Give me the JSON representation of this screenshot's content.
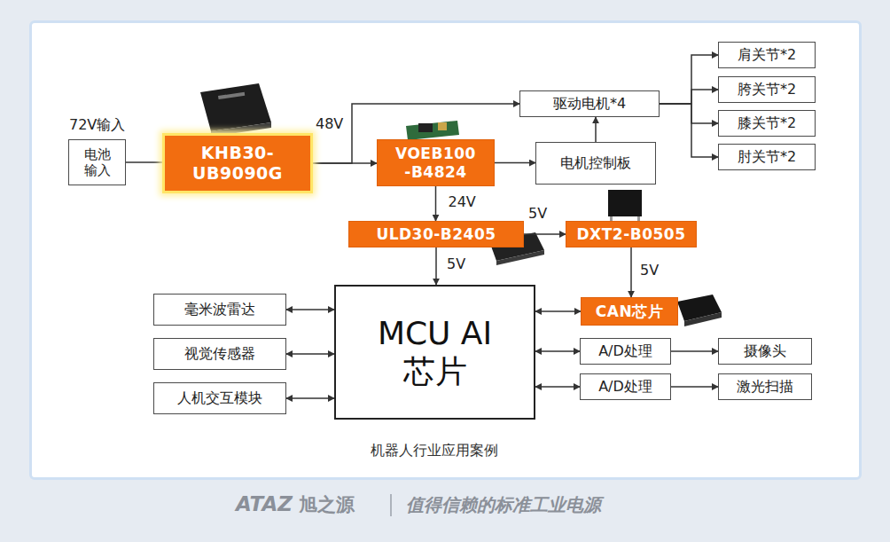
{
  "diagram": {
    "caption": "机器人行业应用案例",
    "nodes": [
      {
        "text": [
          "电池 输入"
        ]
      },
      {
        "text": [
          "KHB30- UB9090G"
        ]
      },
      {
        "text": [
          "VOEB100 -B4824"
        ]
      },
      {
        "text": [
          "驱动电机*4"
        ]
      },
      {
        "text": [
          "电机控制板"
        ]
      },
      {
        "text": [
          "肩关节*2"
        ]
      },
      {
        "text": [
          "胯关节*2"
        ]
      },
      {
        "text": [
          "膝关节*2"
        ]
      },
      {
        "text": [
          "肘关节*2"
        ]
      },
      {
        "text": [
          "ULD30-B2405"
        ]
      },
      {
        "text": [
          "DXT2-B0505"
        ]
      },
      {
        "text": [
          "MCU AI芯片"
        ]
      },
      {
        "text": [
          "毫米波雷达"
        ]
      },
      {
        "text": [
          "视觉传感器"
        ]
      },
      {
        "text": [
          "人机交互模块"
        ]
      },
      {
        "text": [
          "CAN芯片"
        ]
      },
      {
        "text": [
          "A/D处理"
        ]
      },
      {
        "text": [
          "A/D处理"
        ]
      },
      {
        "text": [
          "摄像头"
        ]
      },
      {
        "text": [
          "激光扫描"
        ]
      }
    ],
    "edges": [
      {
        "from": 0,
        "to": 1,
        "arrow": "none"
      },
      {
        "from": 1,
        "to": 2,
        "label": "48V",
        "arrow": "to"
      },
      {
        "from": 1,
        "to": 3,
        "arrow": "to"
      },
      {
        "from": 2,
        "to": 4,
        "arrow": "to"
      },
      {
        "from": 4,
        "to": 3,
        "arrow": "to"
      },
      {
        "from": 3,
        "to": 5,
        "arrow": "to"
      },
      {
        "from": 3,
        "to": 6,
        "arrow": "to"
      },
      {
        "from": 3,
        "to": 7,
        "arrow": "to"
      },
      {
        "from": 3,
        "to": 8,
        "arrow": "to"
      },
      {
        "from": 2,
        "to": 9,
        "label": "24V",
        "arrow": "to"
      },
      {
        "from": 9,
        "to": 10,
        "label": "5V",
        "arrow": "to"
      },
      {
        "from": 9,
        "to": 11,
        "label": "5V",
        "arrow": "to"
      },
      {
        "from": 10,
        "to": 15,
        "label": "5V",
        "arrow": "to"
      },
      {
        "from": 11,
        "to": 12,
        "arrow": "both"
      },
      {
        "from": 11,
        "to": 13,
        "arrow": "both"
      },
      {
        "from": 11,
        "to": 14,
        "arrow": "both"
      },
      {
        "from": 11,
        "to": 15,
        "arrow": "both"
      },
      {
        "from": 11,
        "to": 16,
        "arrow": "both"
      },
      {
        "from": 11,
        "to": 17,
        "arrow": "both"
      },
      {
        "from": 16,
        "to": 18,
        "arrow": "to"
      },
      {
        "from": 17,
        "to": 19,
        "arrow": "to"
      }
    ],
    "labels": [
      "72V输入",
      "ATAZ",
      "旭之源",
      "值得信赖的标准工业电源"
    ]
  }
}
